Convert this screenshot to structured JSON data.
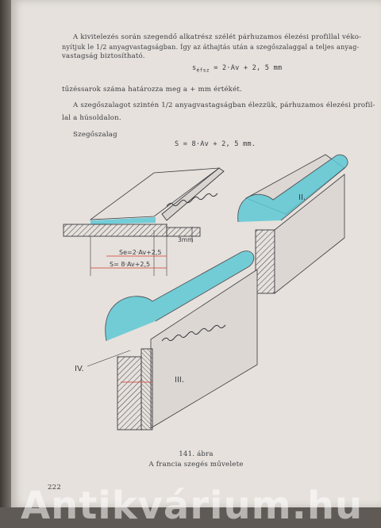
{
  "text": {
    "p1_line1": "A kivitelezés során szegendő alkatrész szélét párhuzamos élezési profillal véko-",
    "p1_line2": "nyítjuk le 1/2 anyagvastagságban. Így az áthajtás után a szegőszalaggal a teljes anyag-",
    "p1_line3": "vastagság biztosítható.",
    "formula1_prefix": "s",
    "formula1_sub": "éfsz",
    "formula1_rest": "= 2·Av + 2, 5 mm",
    "p2_line1": "tűzéssarok száma határozza meg a + mm értékét.",
    "p3_line1": "A szegőszalagot szintén 1/2 anyagvastagságban élezzük, párhuzamos élezési profil-",
    "p3_line2": "lal a húsoldalon.",
    "p4_line1": "Szegőszalag",
    "formula2": "S = 8·Av + 2, 5 mm.",
    "caption_number": "141. ábra",
    "caption_title": "A francia szegés művelete",
    "page_number": "222",
    "watermark": "Antikvárium.hu"
  },
  "figure": {
    "label_se": "Se=2·Av+2,5",
    "label_s": "S= 8·Av+2,5",
    "label_3mm": "3mm",
    "label_II": "II.",
    "label_III": "III.",
    "label_IV": "IV."
  },
  "colors": {
    "accent_cyan": "#5ec9d6",
    "ink": "#3b3a40",
    "paper": "#e6e1dc",
    "dimension_red": "#d23a2e"
  }
}
